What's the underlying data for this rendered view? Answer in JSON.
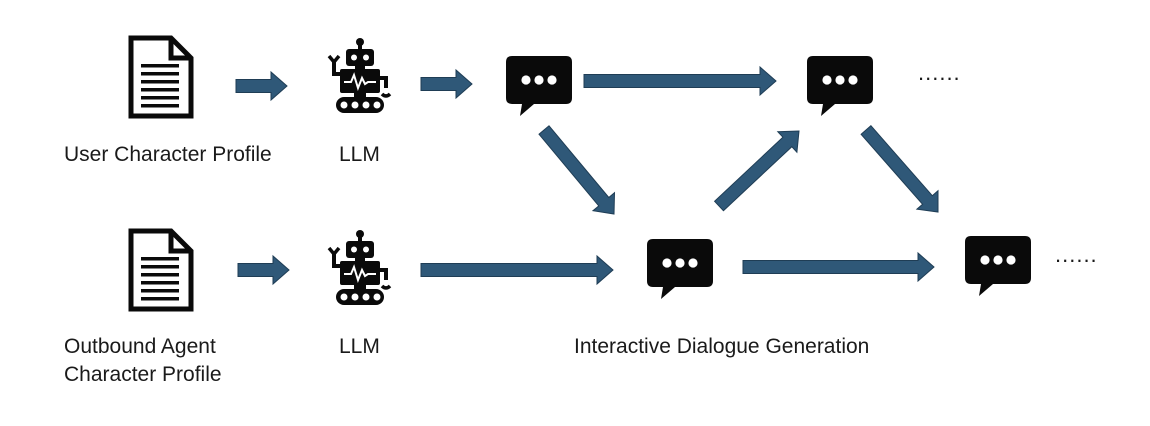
{
  "labels": {
    "user_profile": "User Character Profile",
    "llm_top": "LLM",
    "agent_profile_line1": "Outbound Agent",
    "agent_profile_line2": "Character Profile",
    "llm_bottom": "LLM",
    "generation": "Interactive Dialogue Generation",
    "ellipsis_top": "......",
    "ellipsis_bottom": "......"
  },
  "icons": {
    "document": "document-icon",
    "robot": "robot-icon",
    "speech_bubble": "speech-bubble-icon"
  },
  "colors": {
    "arrow": "#2f5878",
    "arrow_stroke": "#1f3d55",
    "icon": "#0a0a0a"
  }
}
